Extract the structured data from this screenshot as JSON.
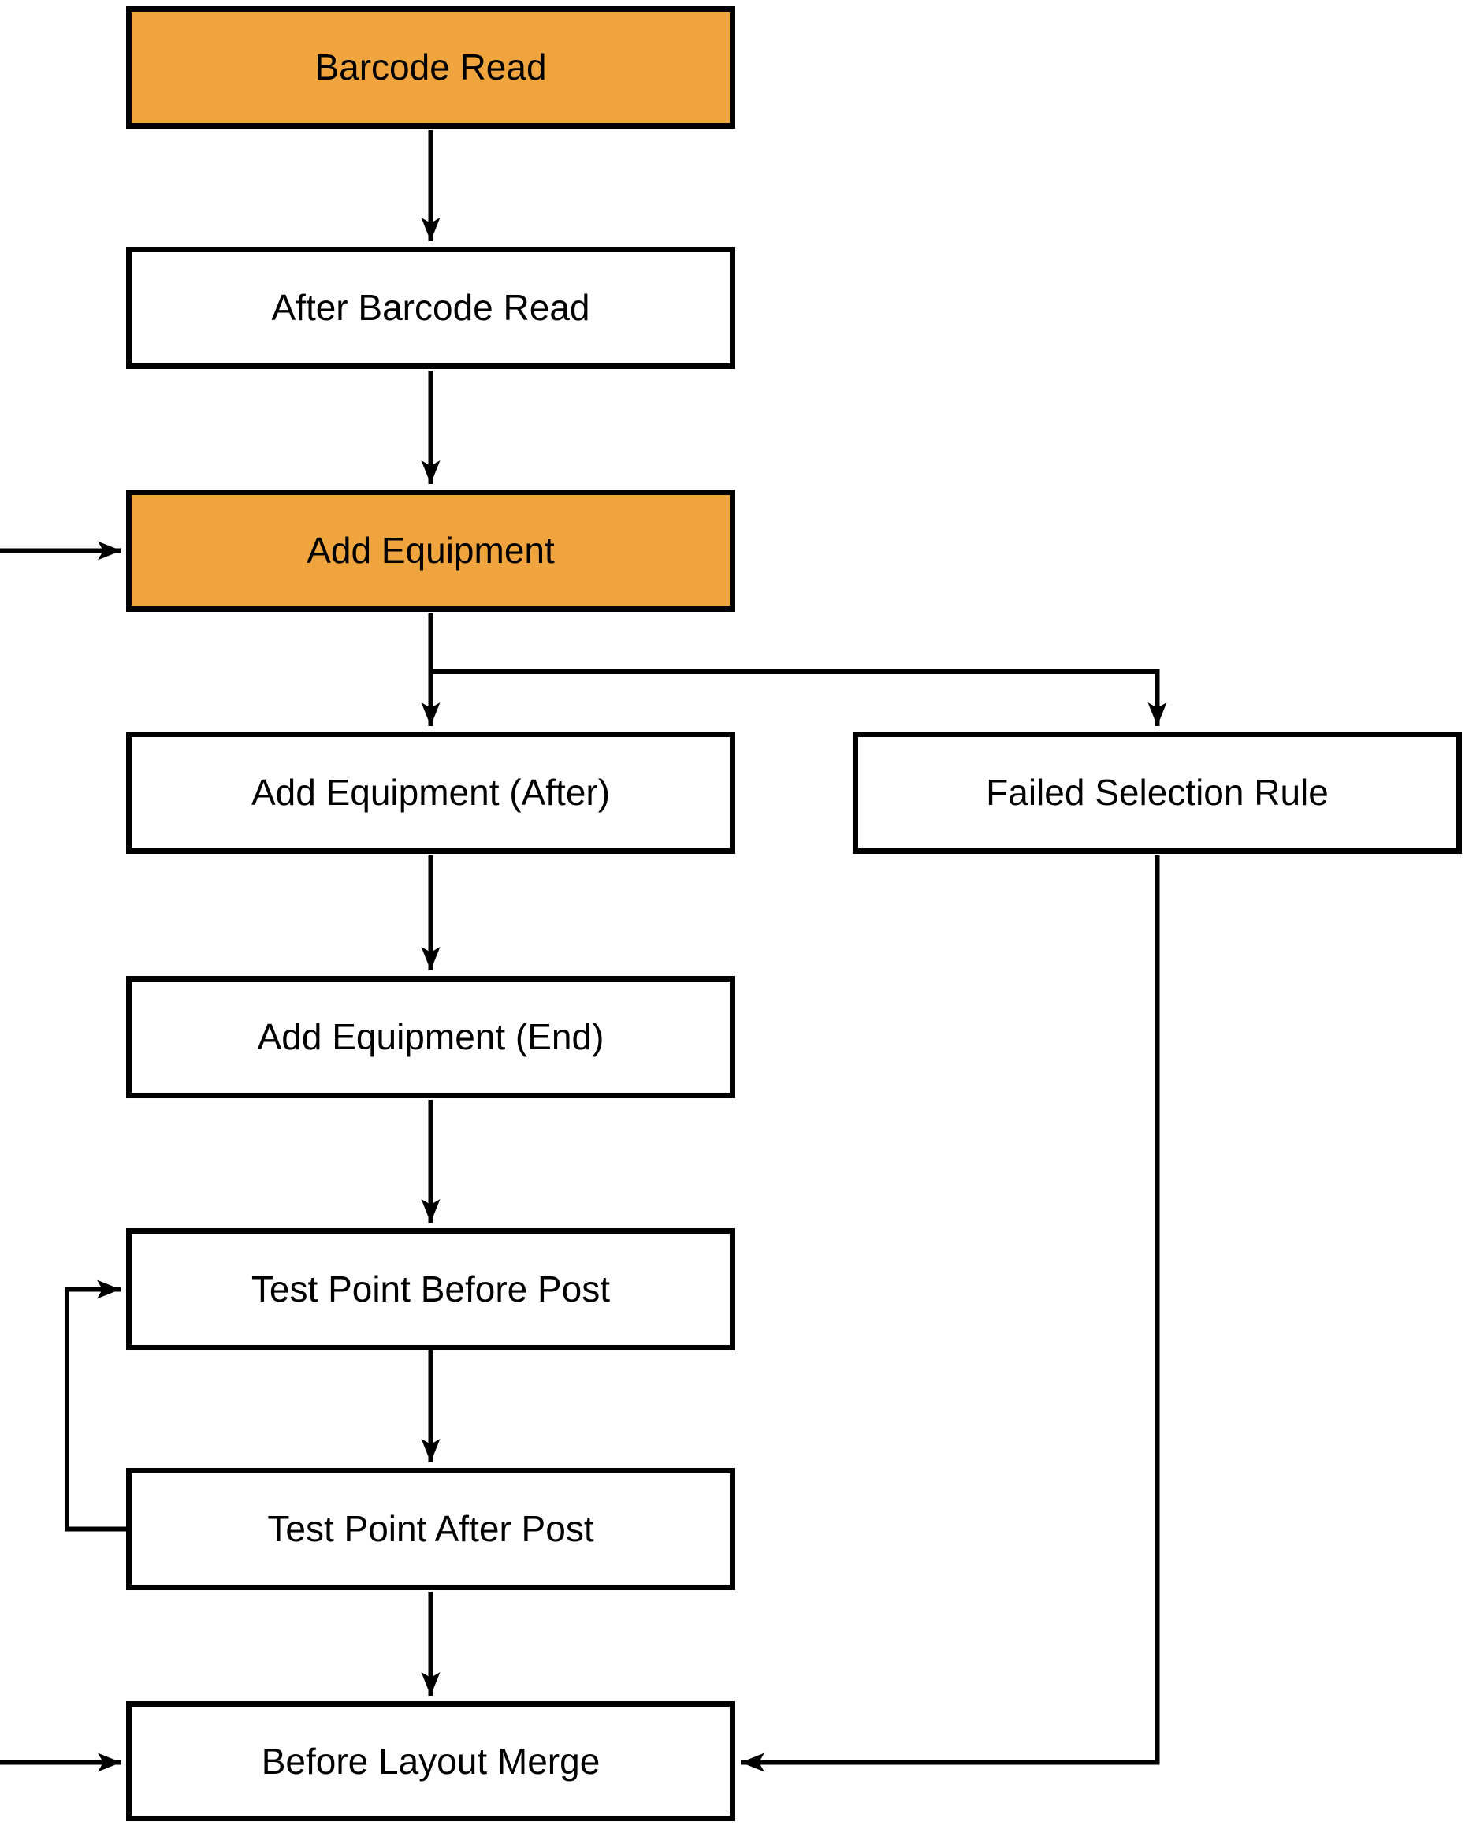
{
  "diagram": {
    "type": "flowchart",
    "background": "#FFFFFF",
    "colors": {
      "highlight_fill": "#F0A43E",
      "node_fill": "#FFFFFF",
      "border": "#000000",
      "line": "#000000",
      "text": "#000000"
    },
    "nodes": [
      {
        "id": "barcode-read",
        "label": "Barcode Read",
        "style": "highlight"
      },
      {
        "id": "after-barcode-read",
        "label": "After Barcode Read",
        "style": "normal"
      },
      {
        "id": "add-equipment",
        "label": "Add Equipment",
        "style": "highlight"
      },
      {
        "id": "add-equipment-after",
        "label": "Add Equipment (After)",
        "style": "normal"
      },
      {
        "id": "failed-selection-rule",
        "label": "Failed Selection Rule",
        "style": "normal"
      },
      {
        "id": "add-equipment-end",
        "label": "Add Equipment (End)",
        "style": "normal"
      },
      {
        "id": "test-point-before-post",
        "label": "Test Point Before Post",
        "style": "normal"
      },
      {
        "id": "test-point-after-post",
        "label": "Test Point After Post",
        "style": "normal"
      },
      {
        "id": "before-layout-merge",
        "label": "Before Layout Merge",
        "style": "normal"
      }
    ],
    "edges": [
      {
        "from": "barcode-read",
        "to": "after-barcode-read"
      },
      {
        "from": "after-barcode-read",
        "to": "add-equipment"
      },
      {
        "from": "edge-of-page-left",
        "to": "add-equipment"
      },
      {
        "from": "add-equipment",
        "to": "add-equipment-after"
      },
      {
        "from": "add-equipment",
        "to": "failed-selection-rule"
      },
      {
        "from": "add-equipment-after",
        "to": "add-equipment-end"
      },
      {
        "from": "add-equipment-end",
        "to": "test-point-before-post"
      },
      {
        "from": "test-point-before-post",
        "to": "test-point-after-post"
      },
      {
        "from": "test-point-after-post",
        "to": "test-point-before-post"
      },
      {
        "from": "test-point-after-post",
        "to": "before-layout-merge"
      },
      {
        "from": "edge-of-page-left",
        "to": "before-layout-merge"
      },
      {
        "from": "failed-selection-rule",
        "to": "before-layout-merge"
      }
    ]
  }
}
